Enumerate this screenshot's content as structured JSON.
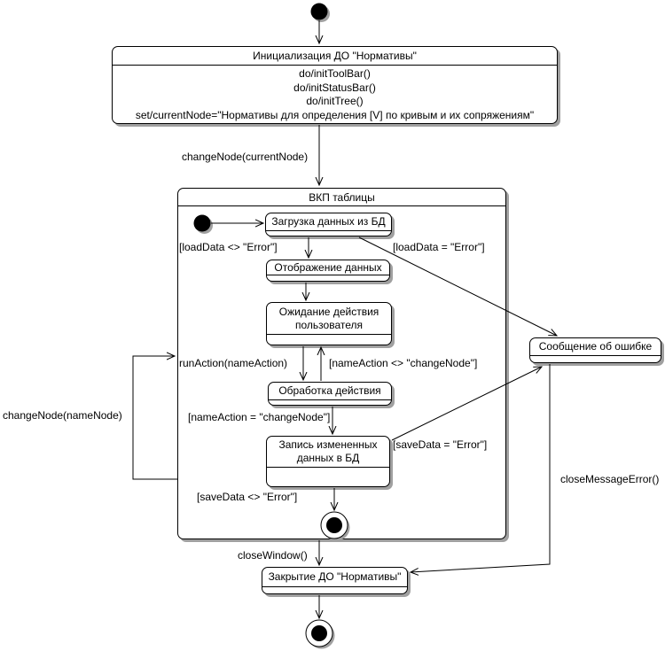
{
  "diagram": {
    "states": {
      "init": {
        "title": "Инициализация ДО \"Нормативы\"",
        "actions": [
          "do/initToolBar()",
          "do/initStatusBar()",
          "do/initTree()",
          "set/currentNode=\"Нормативы для определения [V] по кривым и их сопряжениям\""
        ]
      },
      "vkp": {
        "title": "ВКП таблицы"
      },
      "load": {
        "title": "Загрузка данных из БД"
      },
      "display": {
        "title": "Отображение данных"
      },
      "wait": {
        "title": "Ожидание действия пользователя"
      },
      "process": {
        "title": "Обработка действия"
      },
      "save": {
        "title": "Запись измененных данных в БД"
      },
      "error": {
        "title": "Сообщение об ошибке"
      },
      "close": {
        "title": "Закрытие ДО \"Нормативы\""
      }
    },
    "labels": {
      "change_node_current": "changeNode(currentNode)",
      "load_ok": "[loadData <> \"Error\"]",
      "load_err": "[loadData = \"Error\"]",
      "run_action": "runAction(nameAction)",
      "name_action_ne": "[nameAction <> \"changeNode\"]",
      "name_action_eq": "[nameAction = \"changeNode\"]",
      "save_err": "[saveData = \"Error\"]",
      "save_ok": "[saveData <> \"Error\"]",
      "change_node_name": "changeNode(nameNode)",
      "close_window": "closeWindow()",
      "close_message_error": "closeMessageError()"
    },
    "colors": {
      "line": "#000000",
      "fill": "#ffffff",
      "shadow": "#a0a0a0"
    }
  }
}
